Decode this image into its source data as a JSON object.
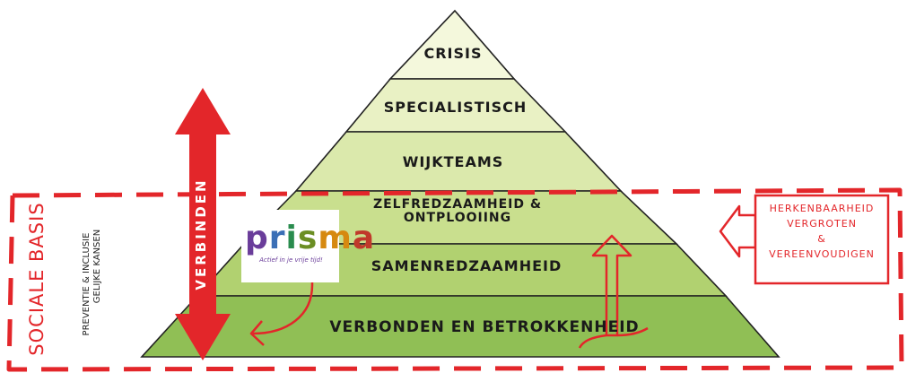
{
  "colors": {
    "accent_red": "#e3262a",
    "layer_1": "#f4f8dc",
    "layer_2": "#e9f1c4",
    "layer_3": "#dbe9ac",
    "layer_4": "#c9df8e",
    "layer_5": "#b1d170",
    "layer_6": "#90bf55"
  },
  "pyramid": {
    "layers": [
      {
        "id": "crisis",
        "label": "CRISIS"
      },
      {
        "id": "specialistisch",
        "label": "SPECIALISTISCH"
      },
      {
        "id": "wijkteams",
        "label": "WIJKTEAMS"
      },
      {
        "id": "zelfredzaamheid",
        "label": "ZELFREDZAAMHEID &\nONTPLOOIING"
      },
      {
        "id": "samenredzaamheid",
        "label": "SAMENREDZAAMHEID"
      },
      {
        "id": "verbonden",
        "label": "VERBONDEN EN BETROKKENHEID"
      }
    ]
  },
  "left_panel": {
    "title": "SOCIALE BASIS",
    "line1": "PREVENTIE & INCLUSIE",
    "line2": "GELIJKE KANSEN"
  },
  "arrow_label": "VERBINDEN",
  "right_box": {
    "text": "HERKENBAARHEID\nVERGROTEN\n&\nVEREENVOUDIGEN"
  },
  "logo": {
    "word": "prisma",
    "tagline": "Actief in je vrije tijd!"
  }
}
